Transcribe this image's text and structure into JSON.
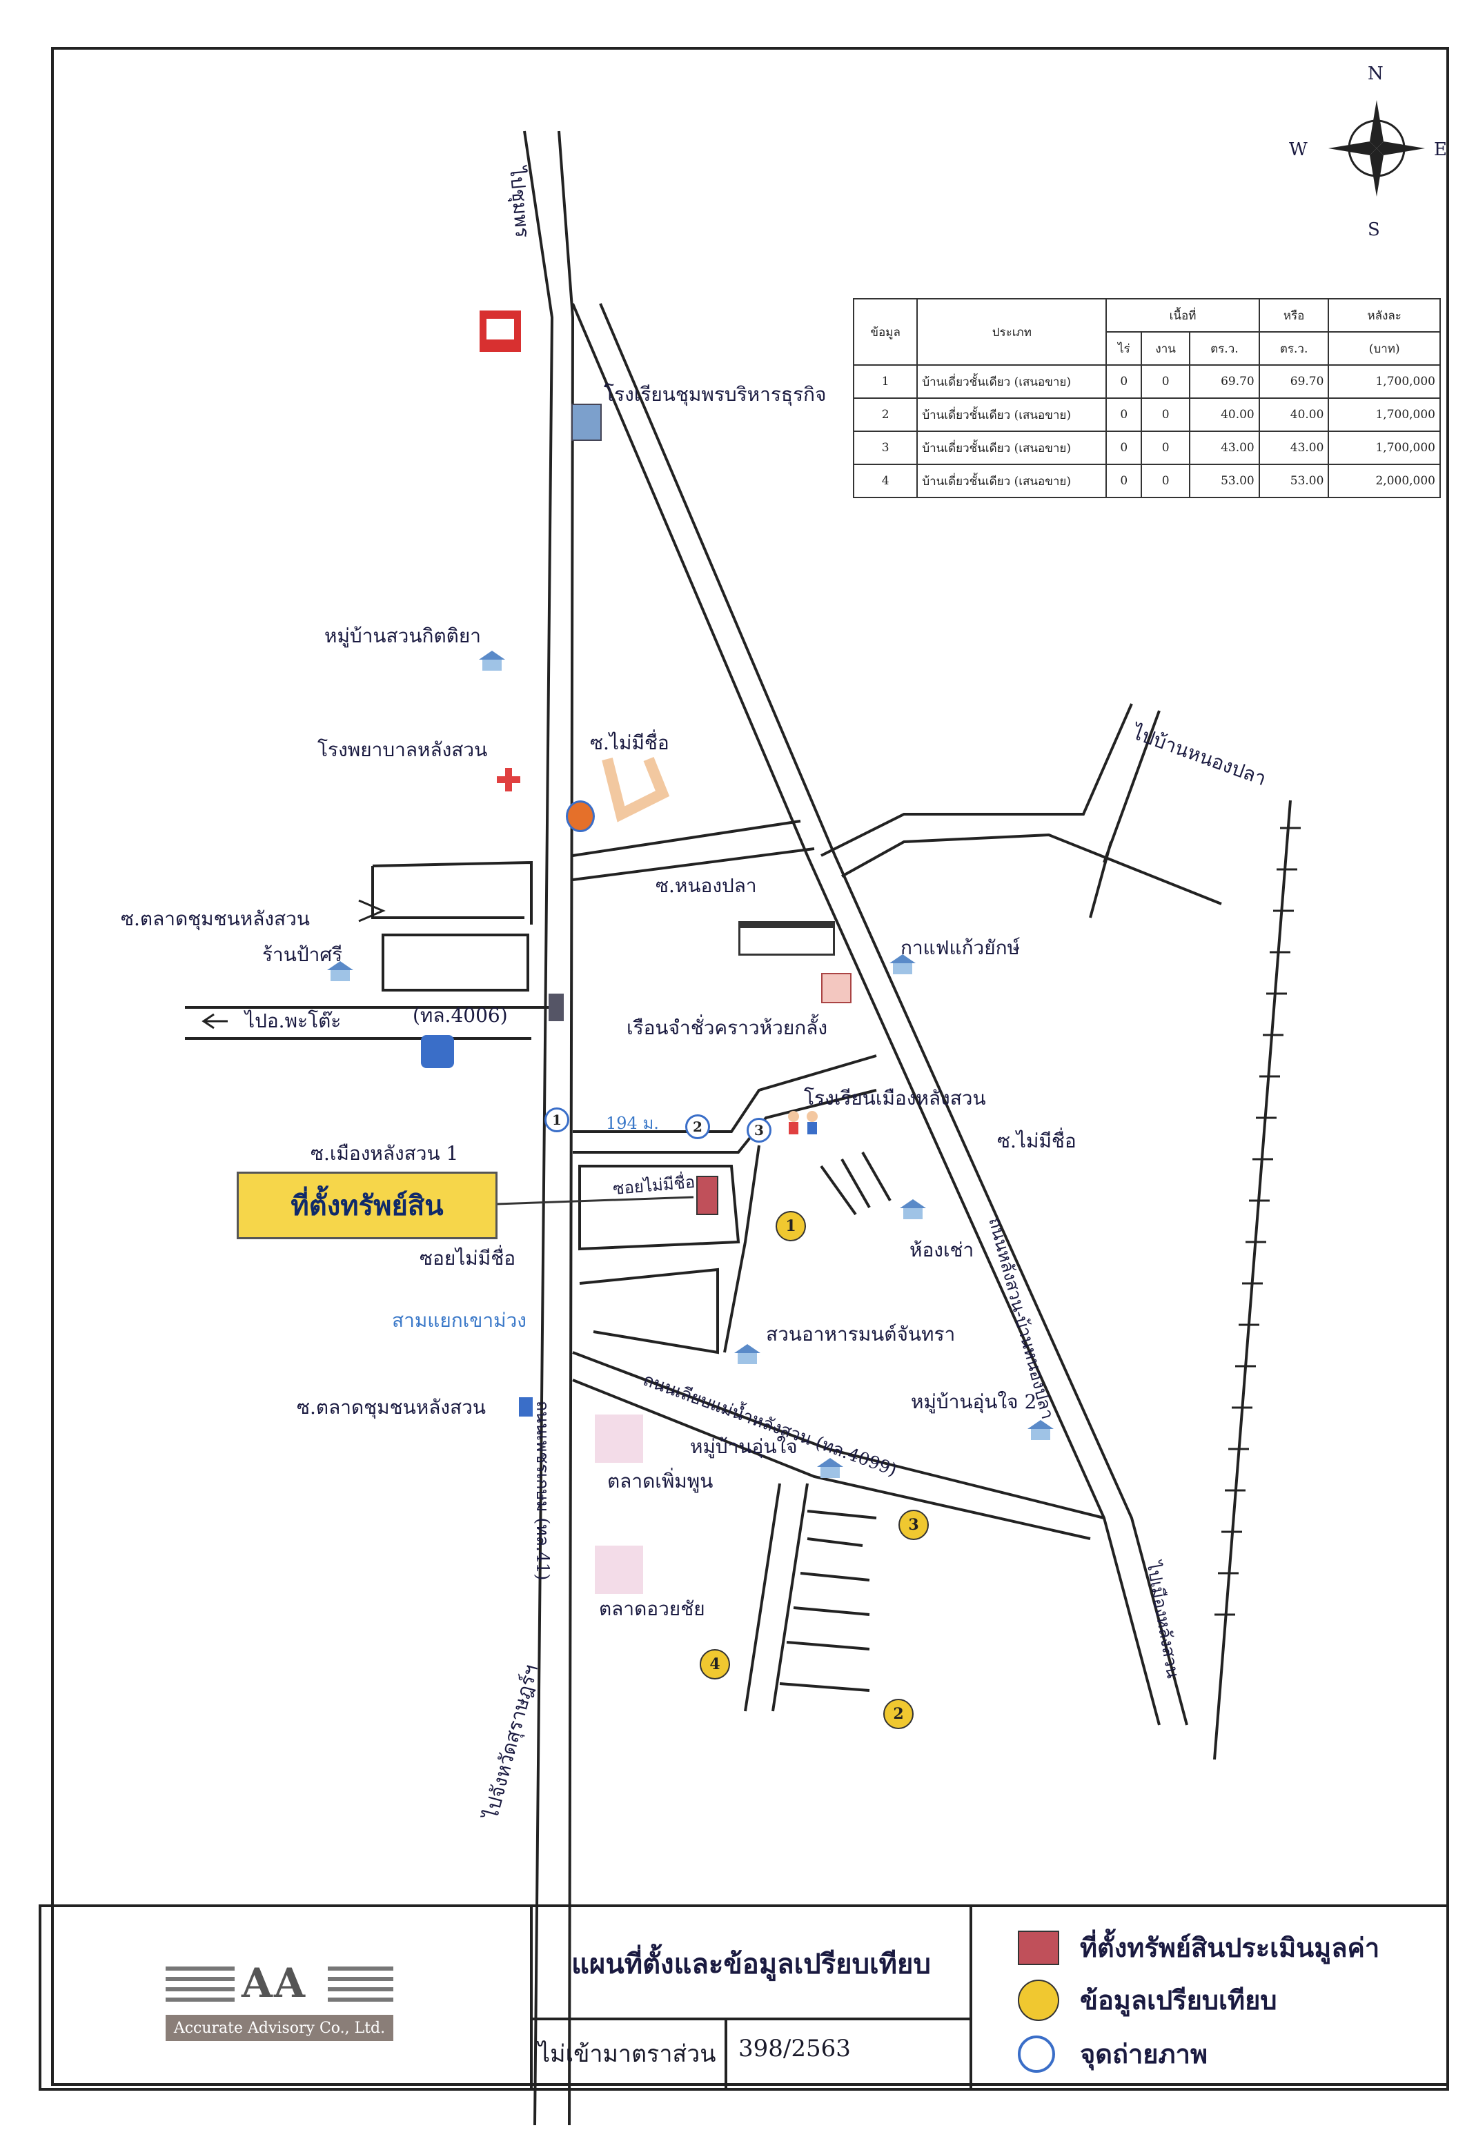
{
  "compass": {
    "n": "N",
    "s": "S",
    "e": "E",
    "w": "W"
  },
  "labels": {
    "to_chumphon": "ไปชุมพร",
    "school_chumphon_business": "โรงเรียนชุมพรบริหารธุรกิจ",
    "village_suan_kitiya": "หมู่บ้านสวนกิตติยา",
    "hospital": "โรงพยาบาลหลังสวน",
    "soi_no_name_top": "ซ.ไม่มีชื่อ",
    "soi_nong_pla": "ซ.หนองปลา",
    "to_ban_nong_pla": "ไปบ้านหนองปลา",
    "soi_market": "ซ.ตลาดชุมชนหลังสวน",
    "shop_pa_sri": "ร้านป้าศรี",
    "to_pato": "ไปอ.พะโต๊ะ",
    "route_4006": "(ทล.4006)",
    "cafe": "กาแฟแก้วยักษ์",
    "prison": "เรือนจำชั่วคราวห้วยกลั้ง",
    "school_mueang": "โรงเรียนเมืองหลังสวน",
    "distance": "194 ม.",
    "soi_mueang_1": "ซ.เมืองหลังสวน 1",
    "soi_no_name_right": "ซ.ไม่มีชื่อ",
    "soi_no_name_mid": "ซอยไม่มีชื่อ",
    "soi_no_name_low": "ซอยไม่มีชื่อ",
    "subject": "ที่ตั้งทรัพย์สิน",
    "room_rent": "ห้องเช่า",
    "junction": "สามแยกเขาม่วง",
    "garden_restaurant": "สวนอาหารมนต์จันทรา",
    "road_riverside": "ถนนเลียบแม่น้ำหลังสวน (ทล.4099)",
    "village_unjai2": "หมู่บ้านอุ่นใจ 2",
    "soi_market_low": "ซ.ตลาดชุมชนหลังสวน",
    "road_phetkasem": "ถนนเพชรเกษม (ทล.41)",
    "village_unjai": "หมู่บ้านอุ่นใจ",
    "market_permpoon": "ตลาดเพิ่มพูน",
    "market_uaychai": "ตลาดอวยชัย",
    "to_surat": "ไปจังหวัดสุราษฎร์ฯ",
    "road_langsuan_nongpla": "ถนนหลังสวน-บ้านหนองปลา",
    "to_langsuan": "ไปเมืองหลังสวน"
  },
  "pins": [
    "1",
    "2",
    "3"
  ],
  "comparables_markers": [
    "1",
    "2",
    "3",
    "4"
  ],
  "table": {
    "headers": {
      "no": "ข้อมูล",
      "type": "ประเภท",
      "area": "เนื้อที่",
      "rai": "ไร่",
      "ngan": "งาน",
      "wa": "ตร.ว.",
      "or": "หรือ",
      "or_unit": "ตร.ว.",
      "price": "หลังละ",
      "price_unit": "(บาท)"
    },
    "rows": [
      {
        "no": "1",
        "type": "บ้านเดี่ยวชั้นเดียว (เสนอขาย)",
        "rai": "0",
        "ngan": "0",
        "wa": "69.70",
        "total": "69.70",
        "price": "1,700,000"
      },
      {
        "no": "2",
        "type": "บ้านเดี่ยวชั้นเดียว (เสนอขาย)",
        "rai": "0",
        "ngan": "0",
        "wa": "40.00",
        "total": "40.00",
        "price": "1,700,000"
      },
      {
        "no": "3",
        "type": "บ้านเดี่ยวชั้นเดียว (เสนอขาย)",
        "rai": "0",
        "ngan": "0",
        "wa": "43.00",
        "total": "43.00",
        "price": "1,700,000"
      },
      {
        "no": "4",
        "type": "บ้านเดี่ยวชั้นเดียว (เสนอขาย)",
        "rai": "0",
        "ngan": "0",
        "wa": "53.00",
        "total": "53.00",
        "price": "2,000,000"
      }
    ]
  },
  "footer": {
    "logo_text": "AA",
    "logo_sub": "Accurate Advisory Co., Ltd.",
    "title": "แผนที่ตั้งและข้อมูลเปรียบเทียบ",
    "scale": "ไม่เข้ามาตราส่วน",
    "ref": "398/2563",
    "legend_subject": "ที่ตั้งทรัพย์สินประเมินมูลค่า",
    "legend_comparable": "ข้อมูลเปรียบเทียบ",
    "legend_photo": "จุดถ่ายภาพ"
  },
  "colors": {
    "subject": "#c0505a",
    "comparable": "#f0c830",
    "photo": "#3a6ec8",
    "label": "#f6d64a"
  }
}
